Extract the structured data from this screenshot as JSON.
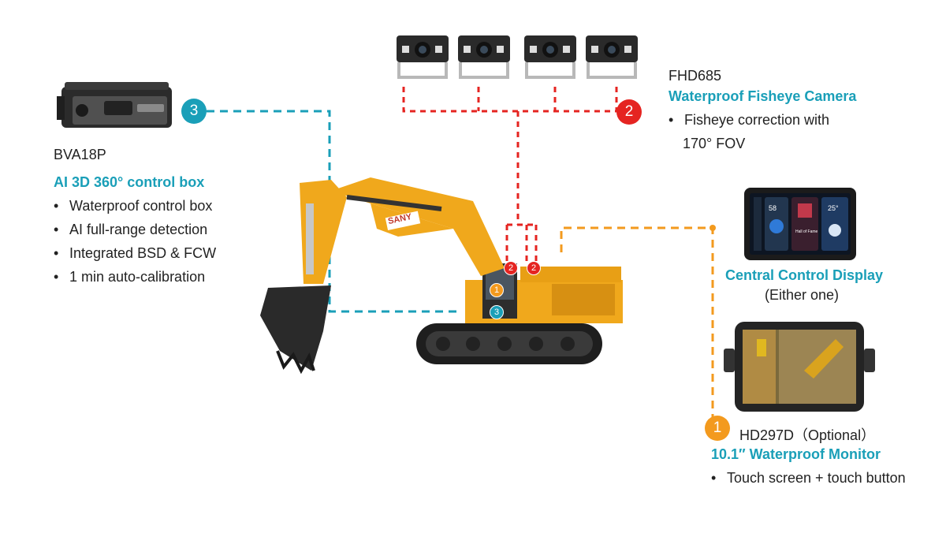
{
  "control_box": {
    "badge": "3",
    "model": "BVA18P",
    "title": "AI 3D 360° control box",
    "features": [
      "Waterproof control box",
      "AI full-range detection",
      "Integrated BSD & FCW",
      "1 min auto-calibration"
    ]
  },
  "camera": {
    "badge": "2",
    "model": "FHD685",
    "title": "Waterproof Fisheye Camera",
    "features": [
      "Fisheye correction with",
      "170° FOV"
    ]
  },
  "display": {
    "title": "Central Control Display",
    "note": "(Either one)",
    "screen": {
      "speed": "58",
      "song": "Hall of Fame",
      "temp": "25°"
    }
  },
  "monitor": {
    "badge": "1",
    "model": "HD297D（Optional）",
    "title": "10.1″ Waterproof Monitor",
    "features": [
      "Touch screen + touch button"
    ]
  },
  "excavator": {
    "brand": "SANY",
    "markers": [
      "1",
      "2",
      "2",
      "3"
    ]
  },
  "colors": {
    "teal": "#1a9fb8",
    "red": "#e52421",
    "orange": "#f39a1e",
    "excavator": "#f0a81c"
  }
}
